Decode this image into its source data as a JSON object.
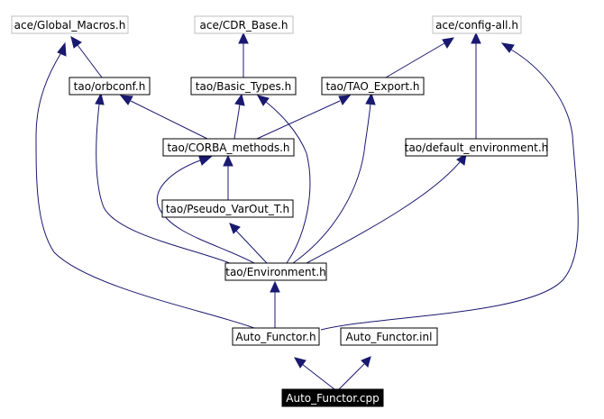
{
  "nodes": {
    "global_macros": {
      "label": "ace/Global_Macros.h",
      "kind": "external"
    },
    "cdr_base": {
      "label": "ace/CDR_Base.h",
      "kind": "external"
    },
    "config_all": {
      "label": "ace/config-all.h",
      "kind": "external"
    },
    "orbconf": {
      "label": "tao/orbconf.h",
      "kind": "internal"
    },
    "basic_types": {
      "label": "tao/Basic_Types.h",
      "kind": "internal"
    },
    "tao_export": {
      "label": "tao/TAO_Export.h",
      "kind": "internal"
    },
    "corba_methods": {
      "label": "tao/CORBA_methods.h",
      "kind": "internal"
    },
    "default_environment": {
      "label": "tao/default_environment.h",
      "kind": "internal"
    },
    "pseudo_varout": {
      "label": "tao/Pseudo_VarOut_T.h",
      "kind": "internal"
    },
    "environment": {
      "label": "tao/Environment.h",
      "kind": "internal"
    },
    "auto_functor_h": {
      "label": "Auto_Functor.h",
      "kind": "internal"
    },
    "auto_functor_inl": {
      "label": "Auto_Functor.inl",
      "kind": "internal"
    },
    "auto_functor_cpp": {
      "label": "Auto_Functor.cpp",
      "kind": "root"
    }
  },
  "edges": [
    {
      "from": "auto_functor_cpp",
      "to": "auto_functor_h"
    },
    {
      "from": "auto_functor_cpp",
      "to": "auto_functor_inl"
    },
    {
      "from": "auto_functor_h",
      "to": "environment"
    },
    {
      "from": "auto_functor_h",
      "to": "global_macros"
    },
    {
      "from": "auto_functor_h",
      "to": "config_all"
    },
    {
      "from": "environment",
      "to": "pseudo_varout"
    },
    {
      "from": "environment",
      "to": "corba_methods"
    },
    {
      "from": "environment",
      "to": "orbconf"
    },
    {
      "from": "environment",
      "to": "basic_types"
    },
    {
      "from": "environment",
      "to": "tao_export"
    },
    {
      "from": "environment",
      "to": "default_environment"
    },
    {
      "from": "pseudo_varout",
      "to": "corba_methods"
    },
    {
      "from": "corba_methods",
      "to": "orbconf"
    },
    {
      "from": "corba_methods",
      "to": "basic_types"
    },
    {
      "from": "corba_methods",
      "to": "tao_export"
    },
    {
      "from": "orbconf",
      "to": "global_macros"
    },
    {
      "from": "basic_types",
      "to": "cdr_base"
    },
    {
      "from": "tao_export",
      "to": "config_all"
    },
    {
      "from": "default_environment",
      "to": "config_all"
    }
  ],
  "colors": {
    "edge": "#191970",
    "external_border": "#bfbfbf",
    "node_border": "#000000",
    "root_fill": "#000000",
    "root_text": "#ffffff"
  }
}
